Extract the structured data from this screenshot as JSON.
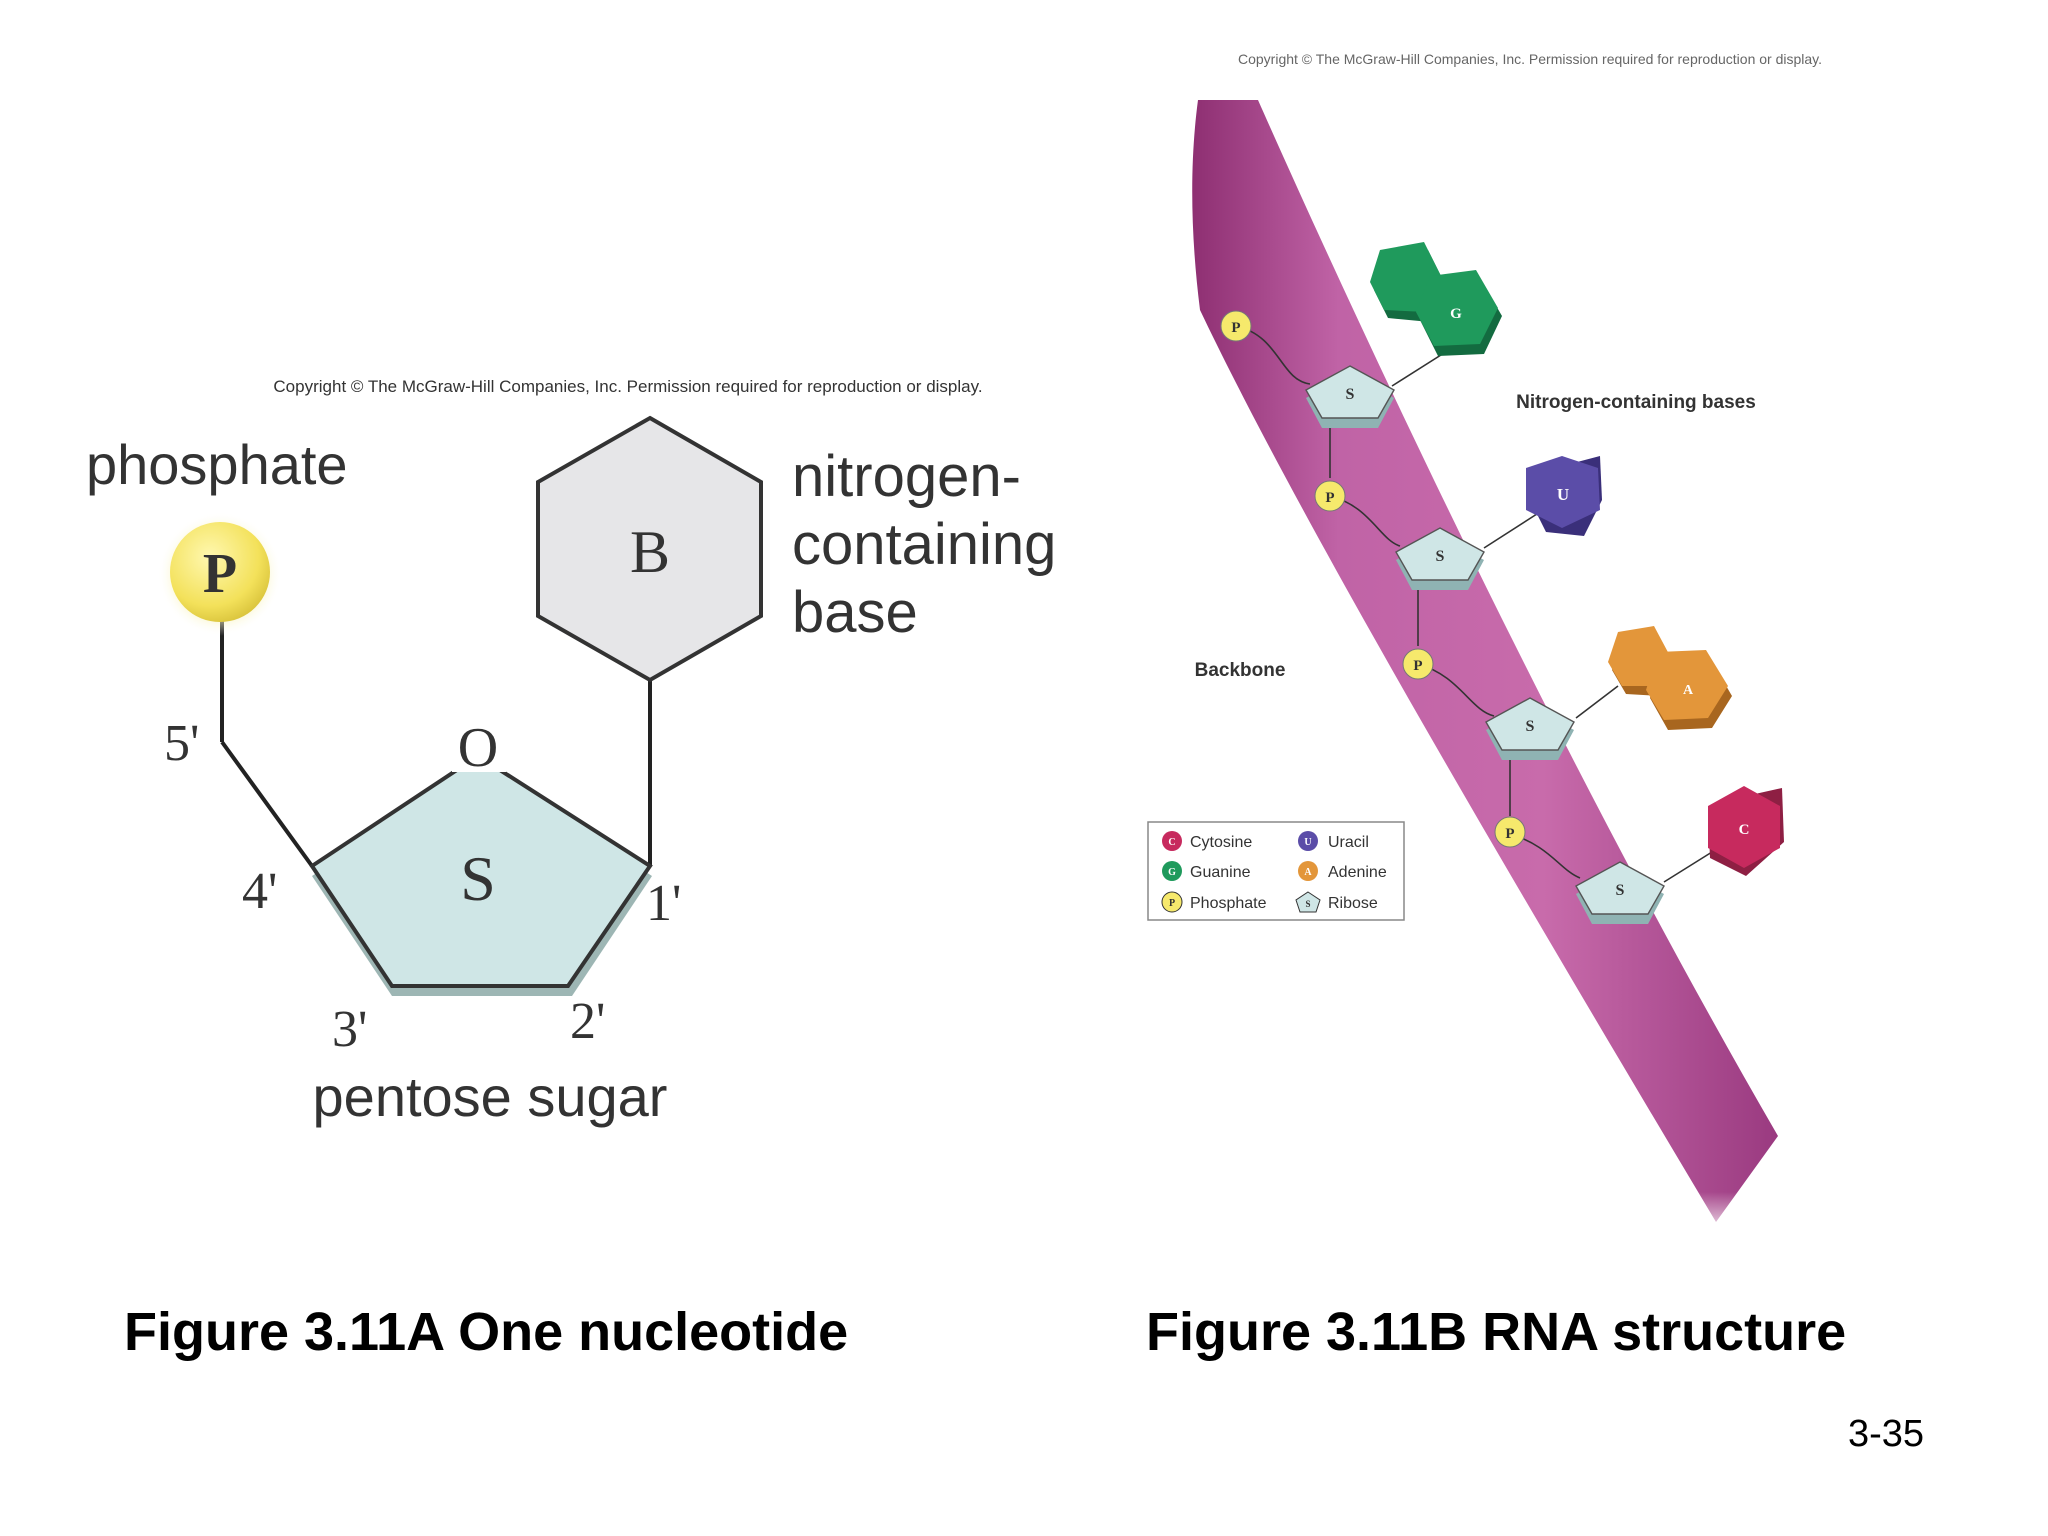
{
  "left": {
    "copyright": "Copyright © The McGraw-Hill Companies, Inc. Permission required for reproduction or display.",
    "phosphate_label": "phosphate",
    "phosphate_symbol": "P",
    "base_symbol": "B",
    "base_label_lines": [
      "nitrogen-",
      "containing",
      "base"
    ],
    "oxygen_symbol": "O",
    "sugar_symbol": "S",
    "carbon_5": "5'",
    "carbon_4": "4'",
    "carbon_3": "3'",
    "carbon_2": "2'",
    "carbon_1": "1'",
    "sugar_label": "pentose sugar",
    "caption": "Figure 3.11A One nucleotide"
  },
  "right": {
    "copyright": "Copyright © The McGraw-Hill Companies, Inc. Permission required for reproduction or display.",
    "bases_label": "Nitrogen-containing bases",
    "backbone_label": "Backbone",
    "phosphate_symbol": "P",
    "sugar_symbol": "S",
    "bases": [
      "G",
      "U",
      "A",
      "C"
    ],
    "legend": {
      "cytosine": "Cytosine",
      "cytosine_symbol": "C",
      "uracil": "Uracil",
      "uracil_symbol": "U",
      "guanine": "Guanine",
      "guanine_symbol": "G",
      "adenine": "Adenine",
      "adenine_symbol": "A",
      "phosphate": "Phosphate",
      "phosphate_symbol": "P",
      "ribose": "Ribose",
      "ribose_symbol": "S"
    },
    "caption": "Figure 3.11B RNA structure"
  },
  "page_number": "3-35",
  "colors": {
    "phosphate": "#f3e66a",
    "sugar": "#cfe6e6",
    "base_gray": "#e6e6e8",
    "guanine": "#1f9a5c",
    "uracil": "#5b4da8",
    "adenine": "#e3963a",
    "cytosine": "#c72a5e",
    "backbone": "#b8559a"
  }
}
